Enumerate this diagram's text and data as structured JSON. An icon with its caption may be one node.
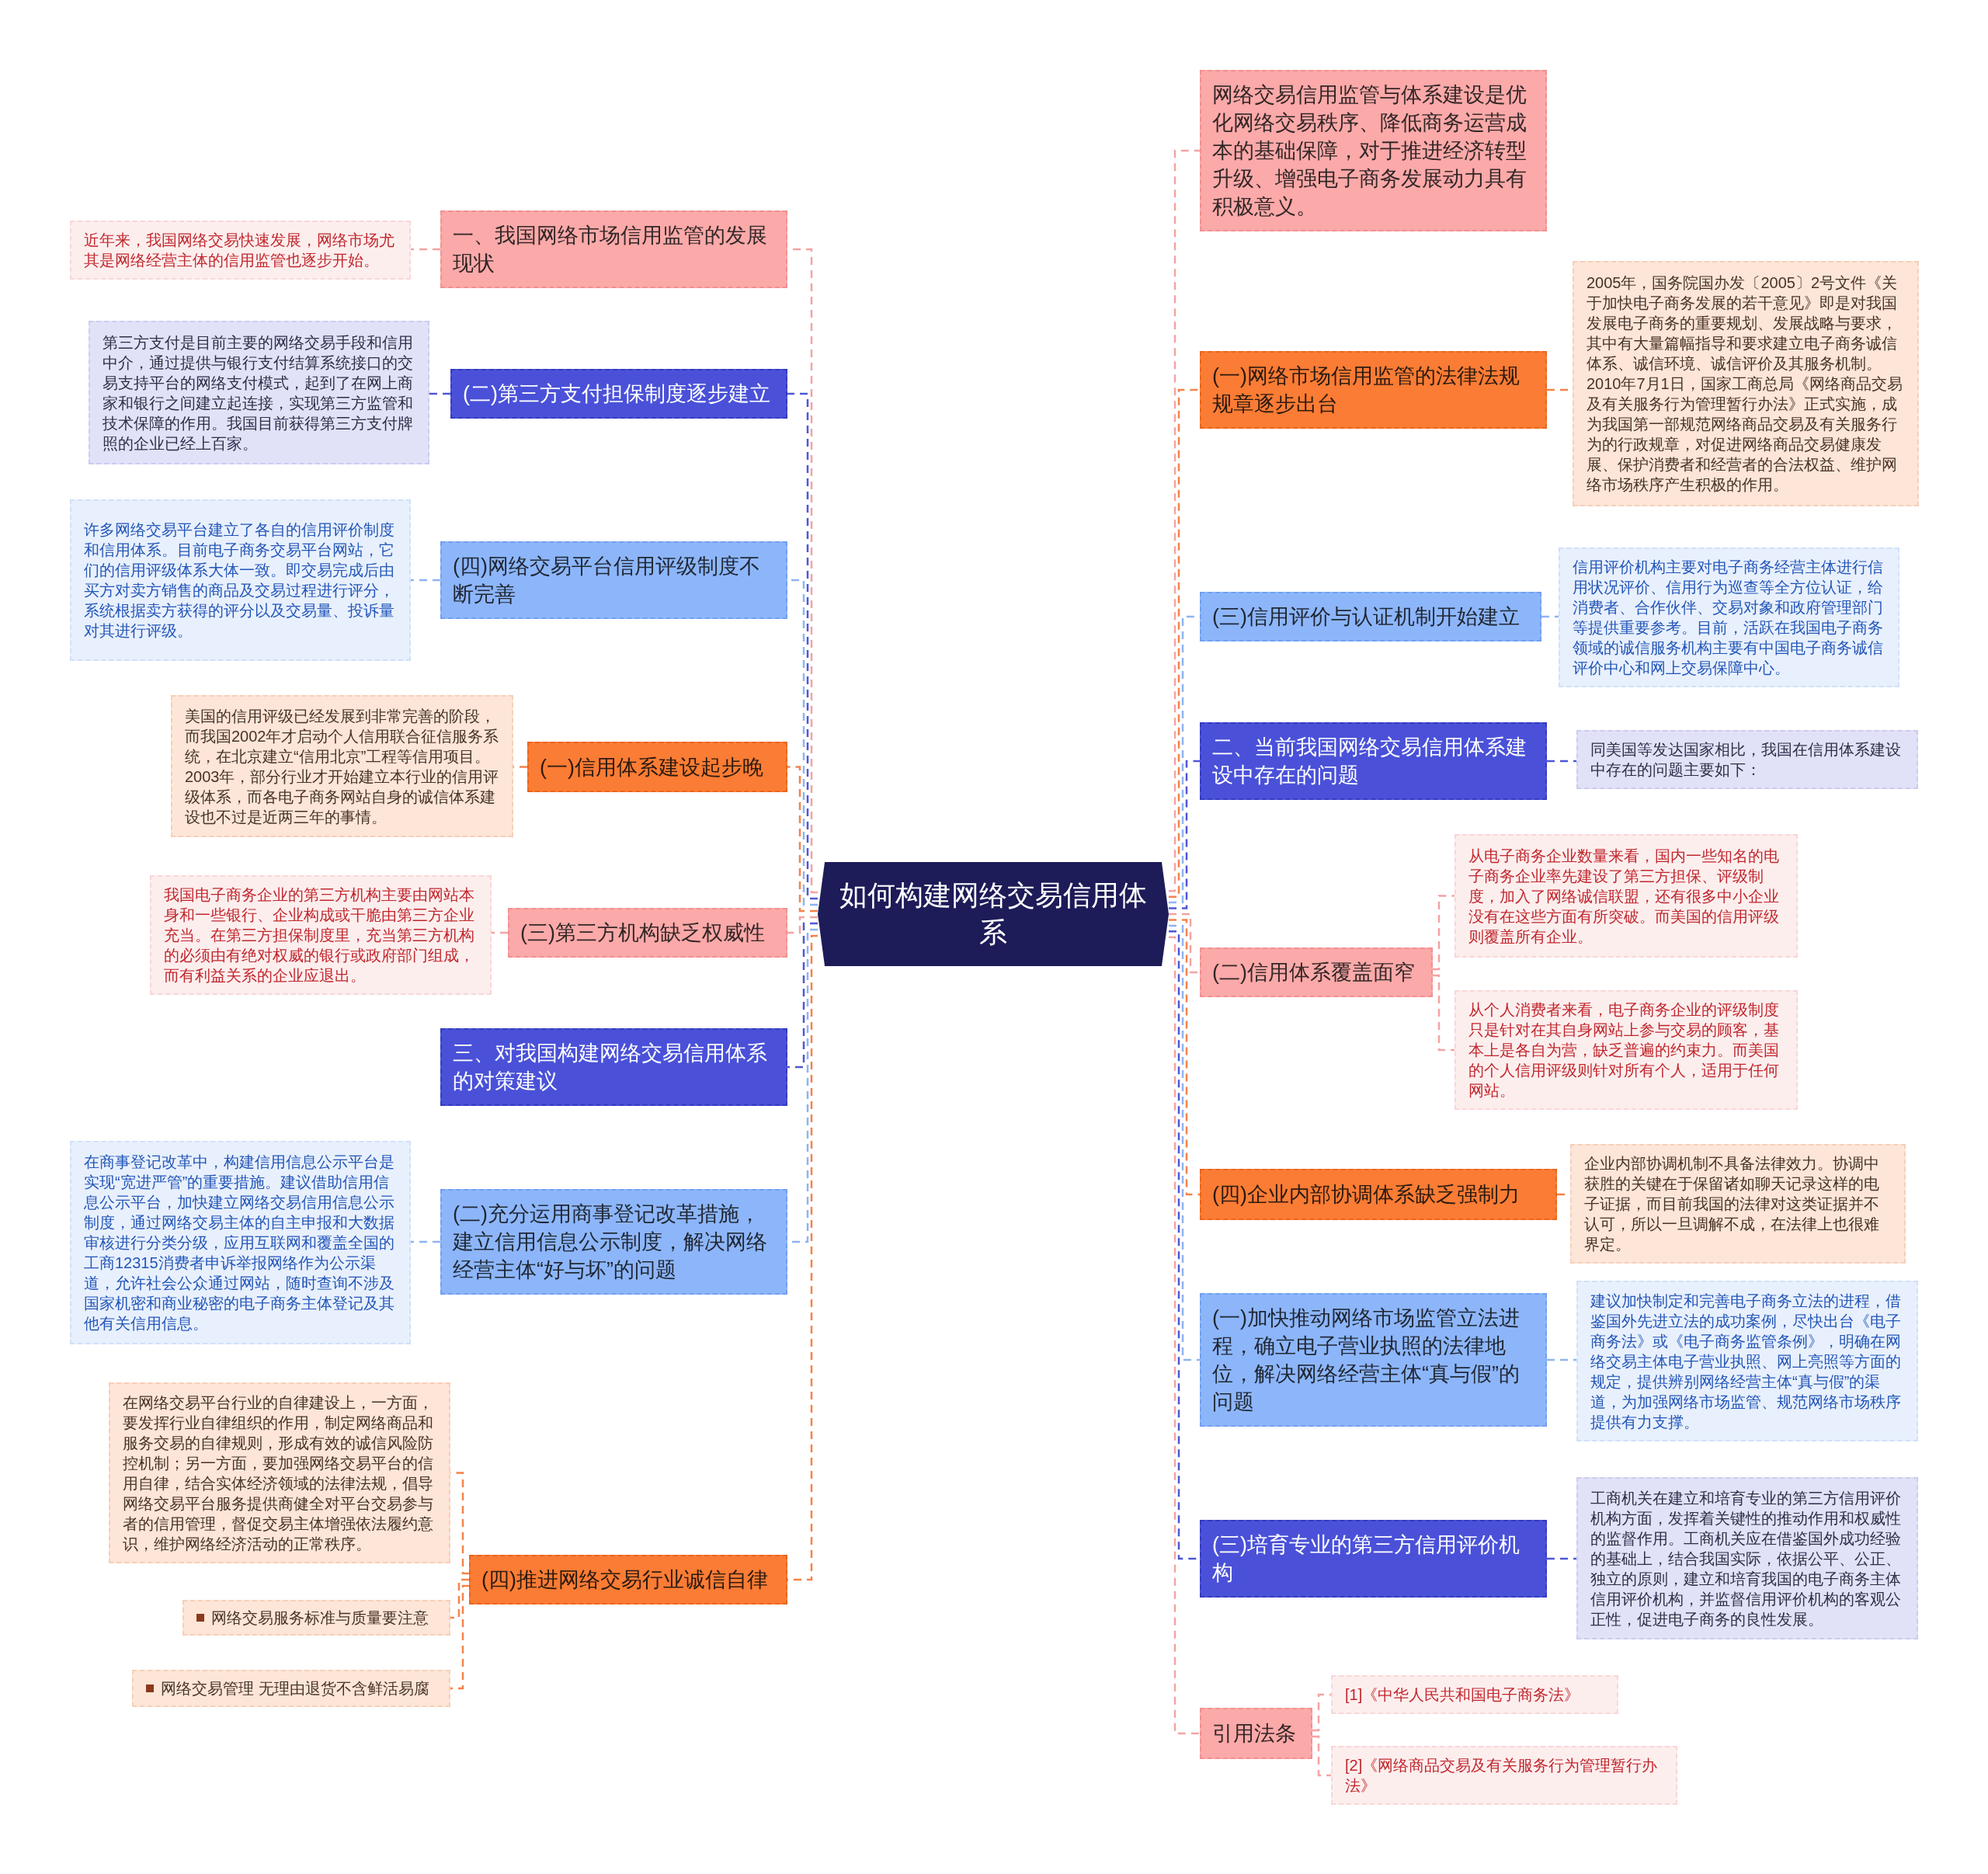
{
  "diagram": {
    "nodes": [
      {
        "text": [
          "如何构建网络交易信用体系"
        ]
      },
      {
        "text": [
          "网络交易信用监管与体系建设是优化网络交易秩序、降低商务运营成本的基础保障，对于推进经济转型升级、增强电子商务发展动力具有积极意义。"
        ]
      },
      {
        "text": [
          "(一)网络市场信用监管的法律法规规章逐步出台"
        ]
      },
      {
        "text": [
          "2005年，国务院国办发〔2005〕2号文件《关于加快电子商务发展的若干意见》即是对我国发展电子商务的重要规划、发展战略与要求，其中有大量篇幅指导和要求建立电子商务诚信体系、诚信环境、诚信评价及其服务机制。2010年7月1日，国家工商总局《网络商品交易及有关服务行为管理暂行办法》正式实施，成为我国第一部规范网络商品交易及有关服务行为的行政规章，对促进网络商品交易健康发展、保护消费者和经营者的合法权益、维护网络市场秩序产生积极的作用。"
        ]
      },
      {
        "text": [
          "(三)信用评价与认证机制开始建立"
        ]
      },
      {
        "text": [
          "信用评价机构主要对电子商务经营主体进行信用状况评价、信用行为巡查等全方位认证，给消费者、合作伙伴、交易对象和政府管理部门等提供重要参考。目前，活跃在我国电子商务领域的诚信服务机构主要有中国电子商务诚信评价中心和网上交易保障中心。"
        ]
      },
      {
        "text": [
          "二、当前我国网络交易信用体系建设中存在的问题"
        ]
      },
      {
        "text": [
          "同美国等发达国家相比，我国在信用体系建设中存在的问题主要如下："
        ]
      },
      {
        "text": [
          "(二)信用体系覆盖面窄"
        ]
      },
      {
        "text": [
          "从电子商务企业数量来看，国内一些知名的电子商务企业率先建设了第三方担保、评级制度，加入了网络诚信联盟，还有很多中小企业没有在这些方面有所突破。而美国的信用评级则覆盖所有企业。"
        ]
      },
      {
        "text": [
          "从个人消费者来看，电子商务企业的评级制度只是针对在其自身网站上参与交易的顾客，基本上是各自为营，缺乏普遍的约束力。而美国的个人信用评级则针对所有个人，适用于任何网站。"
        ]
      },
      {
        "text": [
          "(四)企业内部协调体系缺乏强制力"
        ]
      },
      {
        "text": [
          "企业内部协调机制不具备法律效力。协调中获胜的关键在于保留诸如聊天记录这样的电子证据，而目前我国的法律对这类证据并不认可，所以一旦调解不成，在法律上也很难界定。"
        ]
      },
      {
        "text": [
          "(一)加快推动网络市场监管立法进程，确立电子营业执照的法律地位，解决网络经营主体“真与假”的问题"
        ]
      },
      {
        "text": [
          "建议加快制定和完善电子商务立法的进程，借鉴国外先进立法的成功案例，尽快出台《电子商务法》或《电子商务监管条例》，明确在网络交易主体电子营业执照、网上亮照等方面的规定，提供辨别网络经营主体“真与假”的渠道，为加强网络市场监管、规范网络市场秩序提供有力支撑。"
        ]
      },
      {
        "text": [
          "(三)培育专业的第三方信用评价机构"
        ]
      },
      {
        "text": [
          "工商机关在建立和培育专业的第三方信用评价机构方面，发挥着关键性的推动作用和权威性的监督作用。工商机关应在借鉴国外成功经验的基础上，结合我国实际，依据公平、公正、独立的原则，建立和培育我国的电子商务主体信用评价机构，并监督信用评价机构的客观公正性，促进电子商务的良性发展。"
        ]
      },
      {
        "text": [
          "引用法条"
        ]
      },
      {
        "text": [
          "[1]《中华人民共和国电子商务法》"
        ]
      },
      {
        "text": [
          "[2]《网络商品交易及有关服务行为管理暂行办法》"
        ]
      },
      {
        "text": [
          "一、我国网络市场信用监管的发展现状"
        ]
      },
      {
        "text": [
          "近年来，我国网络交易快速发展，网络市场尤其是网络经营主体的信用监管也逐步开始。"
        ]
      },
      {
        "text": [
          "(二)第三方支付担保制度逐步建立"
        ]
      },
      {
        "text": [
          "第三方支付是目前主要的网络交易手段和信用中介，通过提供与银行支付结算系统接口的交易支持平台的网络支付模式，起到了在网上商家和银行之间建立起连接，实现第三方监管和技术保障的作用。我国目前获得第三方支付牌照的企业已经上百家。"
        ]
      },
      {
        "text": [
          "(四)网络交易平台信用评级制度不断完善"
        ]
      },
      {
        "text": [
          "许多网络交易平台建立了各自的信用评价制度和信用体系。目前电子商务交易平台网站，它们的信用评级体系大体一致。即交易完成后由买方对卖方销售的商品及交易过程进行评分，系统根据卖方获得的评分以及交易量、投诉量对其进行评级。"
        ]
      },
      {
        "text": [
          "(一)信用体系建设起步晚"
        ]
      },
      {
        "text": [
          "美国的信用评级已经发展到非常完善的阶段，而我国2002年才启动个人信用联合征信服务系统，在北京建立“信用北京”工程等信用项目。2003年，部分行业才开始建立本行业的信用评级体系，而各电子商务网站自身的诚信体系建设也不过是近两三年的事情。"
        ]
      },
      {
        "text": [
          "(三)第三方机构缺乏权威性"
        ]
      },
      {
        "text": [
          "我国电子商务企业的第三方机构主要由网站本身和一些银行、企业构成或干脆由第三方企业充当。在第三方担保制度里，充当第三方机构的必须由有绝对权威的银行或政府部门组成，而有利益关系的企业应退出。"
        ]
      },
      {
        "text": [
          "三、对我国构建网络交易信用体系的对策建议"
        ]
      },
      {
        "text": [
          "(二)充分运用商事登记改革措施，建立信用信息公示制度，解决网络经营主体“好与坏”的问题"
        ]
      },
      {
        "text": [
          "在商事登记改革中，构建信用信息公示平台是实现“宽进严管”的重要措施。建议借助信用信息公示平台，加快建立网络交易信用信息公示制度，通过网络交易主体的自主申报和大数据审核进行分类分级，应用互联网和覆盖全国的工商12315消费者申诉举报网络作为公示渠道，允许社会公众通过网站，随时查询不涉及国家机密和商业秘密的电子商务主体登记及其他有关信用信息。"
        ]
      },
      {
        "text": [
          "(四)推进网络交易行业诚信自律"
        ]
      },
      {
        "text": [
          "在网络交易平台行业的自律建设上，一方面，要发挥行业自律组织的作用，制定网络商品和服务交易的自律规则，形成有效的诚信风险防控机制；另一方面，要加强网络交易平台的信用自律，结合实体经济领域的法律法规，倡导网络交易平台服务提供商健全对平台交易参与者的信用管理，督促交易主体增强依法履约意识，维护网络经济活动的正常秩序。"
        ]
      },
      {
        "text": [
          "网络交易服务标准与质量要注意"
        ]
      },
      {
        "text": [
          "网络交易管理 无理由退货不含鲜活易腐"
        ]
      }
    ],
    "edges": [
      {
        "from": 0,
        "to": 1,
        "arrow": "none",
        "color": "#f4a3a3"
      },
      {
        "from": 0,
        "to": 2,
        "arrow": "none",
        "color": "#f5834a"
      },
      {
        "from": 2,
        "to": 3,
        "arrow": "none",
        "color": "#f5834a"
      },
      {
        "from": 0,
        "to": 4,
        "arrow": "none",
        "color": "#8fb3f2"
      },
      {
        "from": 4,
        "to": 5,
        "arrow": "none",
        "color": "#8fb3f2"
      },
      {
        "from": 0,
        "to": 6,
        "arrow": "none",
        "color": "#4f57d6"
      },
      {
        "from": 6,
        "to": 7,
        "arrow": "none",
        "color": "#4f57d6"
      },
      {
        "from": 0,
        "to": 8,
        "arrow": "none",
        "color": "#f4a3a3"
      },
      {
        "from": 8,
        "to": 9,
        "arrow": "none",
        "color": "#f4a3a3"
      },
      {
        "from": 8,
        "to": 10,
        "arrow": "none",
        "color": "#f4a3a3"
      },
      {
        "from": 0,
        "to": 11,
        "arrow": "none",
        "color": "#f5834a"
      },
      {
        "from": 11,
        "to": 12,
        "arrow": "none",
        "color": "#f5834a"
      },
      {
        "from": 0,
        "to": 13,
        "arrow": "none",
        "color": "#8fb3f2"
      },
      {
        "from": 13,
        "to": 14,
        "arrow": "none",
        "color": "#8fb3f2"
      },
      {
        "from": 0,
        "to": 15,
        "arrow": "none",
        "color": "#4f57d6"
      },
      {
        "from": 15,
        "to": 16,
        "arrow": "none",
        "color": "#4f57d6"
      },
      {
        "from": 0,
        "to": 17,
        "arrow": "none",
        "color": "#f4a3a3"
      },
      {
        "from": 17,
        "to": 18,
        "arrow": "none",
        "color": "#f4a3a3"
      },
      {
        "from": 17,
        "to": 19,
        "arrow": "none",
        "color": "#f4a3a3"
      },
      {
        "from": 0,
        "to": 20,
        "arrow": "none",
        "color": "#f4a3a3"
      },
      {
        "from": 20,
        "to": 21,
        "arrow": "none",
        "color": "#f4a3a3"
      },
      {
        "from": 0,
        "to": 22,
        "arrow": "none",
        "color": "#4f57d6"
      },
      {
        "from": 22,
        "to": 23,
        "arrow": "none",
        "color": "#4f57d6"
      },
      {
        "from": 0,
        "to": 24,
        "arrow": "none",
        "color": "#8fb3f2"
      },
      {
        "from": 24,
        "to": 25,
        "arrow": "none",
        "color": "#8fb3f2"
      },
      {
        "from": 0,
        "to": 26,
        "arrow": "none",
        "color": "#f5834a"
      },
      {
        "from": 26,
        "to": 27,
        "arrow": "none",
        "color": "#f5834a"
      },
      {
        "from": 0,
        "to": 28,
        "arrow": "none",
        "color": "#f4a3a3"
      },
      {
        "from": 28,
        "to": 29,
        "arrow": "none",
        "color": "#f4a3a3"
      },
      {
        "from": 0,
        "to": 30,
        "arrow": "none",
        "color": "#4f57d6"
      },
      {
        "from": 0,
        "to": 31,
        "arrow": "none",
        "color": "#8fb3f2"
      },
      {
        "from": 31,
        "to": 32,
        "arrow": "none",
        "color": "#8fb3f2"
      },
      {
        "from": 0,
        "to": 33,
        "arrow": "none",
        "color": "#f5834a"
      },
      {
        "from": 33,
        "to": 34,
        "arrow": "none",
        "color": "#f5834a"
      },
      {
        "from": 33,
        "to": 35,
        "arrow": "none",
        "color": "#f5834a"
      },
      {
        "from": 33,
        "to": 36,
        "arrow": "none",
        "color": "#f5834a"
      }
    ]
  }
}
